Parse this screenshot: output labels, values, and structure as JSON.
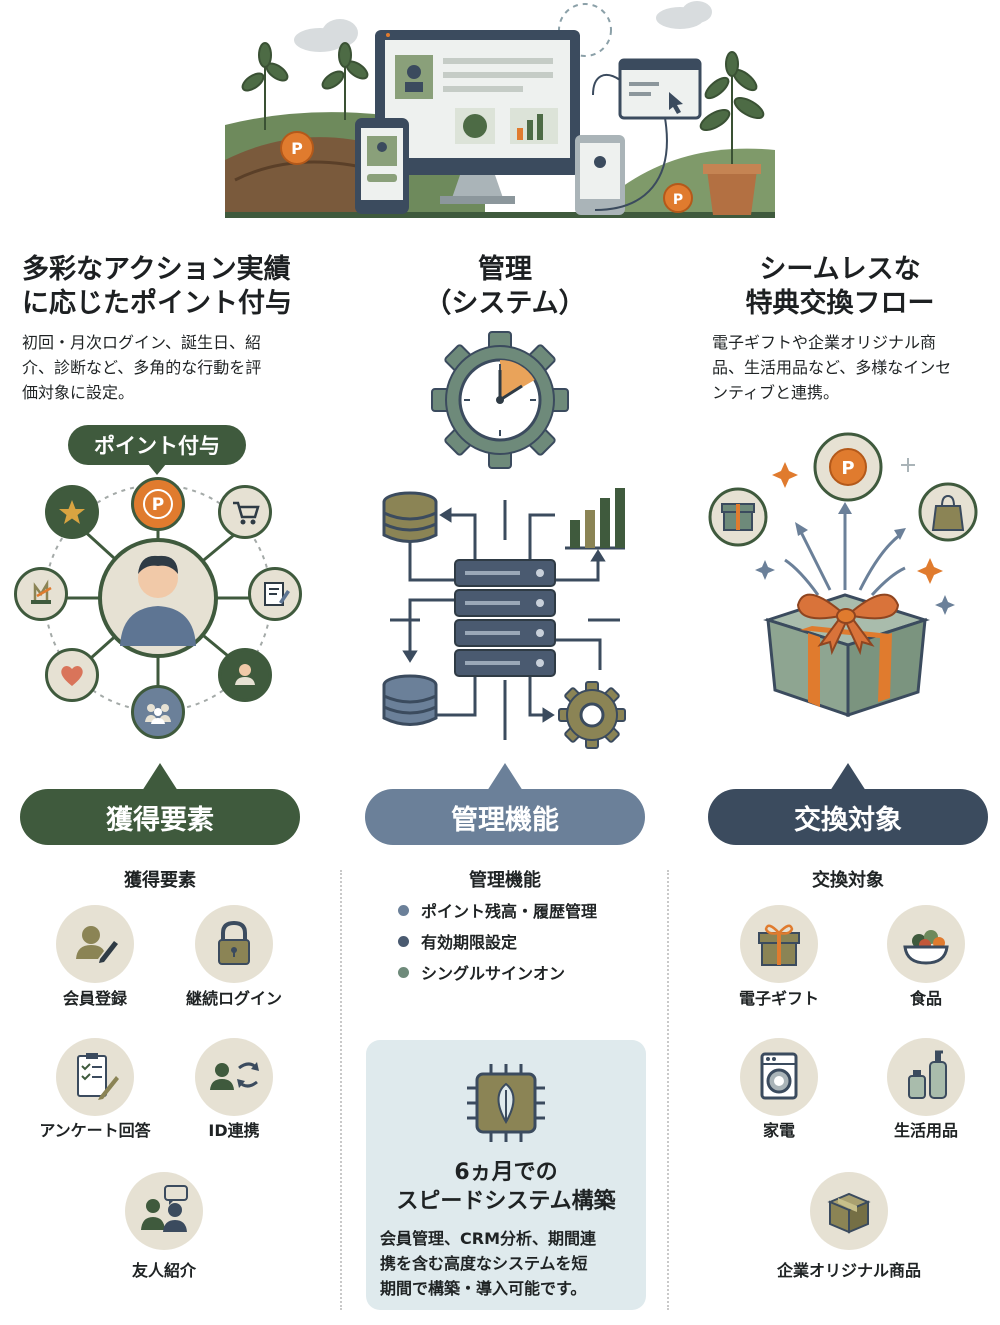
{
  "columns": {
    "left": {
      "title_line1": "多彩なアクション実績",
      "title_line2": "に応じたポイント付与",
      "desc_line1": "初回・月次ログイン、誕生日、紹",
      "desc_line2": "介、診断など、多角的な行動を評",
      "desc_line3": "価対象に設定。",
      "badge": "ポイント付与",
      "banner": "獲得要素",
      "subtitle": "獲得要素",
      "items": [
        "会員登録",
        "継続ログイン",
        "アンケート回答",
        "ID連携",
        "友人紹介"
      ]
    },
    "center": {
      "title_line1": "管理",
      "title_line2": "（システム）",
      "banner": "管理機能",
      "subtitle": "管理機能",
      "features": [
        "ポイント残高・履歴管理",
        "有効期限設定",
        "シングルサインオン"
      ],
      "box_title_line1": "6ヵ月での",
      "box_title_line2": "スピードシステム構築",
      "box_desc_line1": "会員管理、CRM分析、期間連",
      "box_desc_line2": "携を含む高度なシステムを短",
      "box_desc_line3": "期間で構築・導入可能です。"
    },
    "right": {
      "title_line1": "シームレスな",
      "title_line2": "特典交換フロー",
      "desc_line1": "電子ギフトや企業オリジナル商",
      "desc_line2": "品、生活用品など、多様なインセ",
      "desc_line3": "ンティブと連携。",
      "banner": "交換対象",
      "subtitle": "交換対象",
      "items": [
        "電子ギフト",
        "食品",
        "家電",
        "生活用品",
        "企業オリジナル商品"
      ]
    }
  },
  "icons": {
    "coin": "point-coin-icon",
    "left_nodes": [
      "star-icon",
      "point-coin-icon",
      "cart-icon",
      "memo-icon",
      "user-icon",
      "group-icon",
      "heart-icon",
      "plant-icon"
    ],
    "left_items": [
      "user-pen-icon",
      "lock-icon",
      "clipboard-icon",
      "id-sync-icon",
      "friends-chat-icon"
    ],
    "center": [
      "gear-clock-icon",
      "database-icon",
      "server-icon",
      "bar-chart-icon",
      "gear-icon",
      "leaf-chip-icon"
    ],
    "right_items": [
      "gift-icon",
      "food-bowl-icon",
      "washing-machine-icon",
      "bottles-icon",
      "box-icon"
    ]
  },
  "colors": {
    "green_dark": "#3f5a3d",
    "slate_blue": "#6b8099",
    "navy": "#3b4b5e",
    "orange": "#e07b2e",
    "beige": "#e6e1d3",
    "olive": "#8b8455",
    "panel": "#dfeaed"
  },
  "legend": {
    "point_symbol": "P"
  }
}
